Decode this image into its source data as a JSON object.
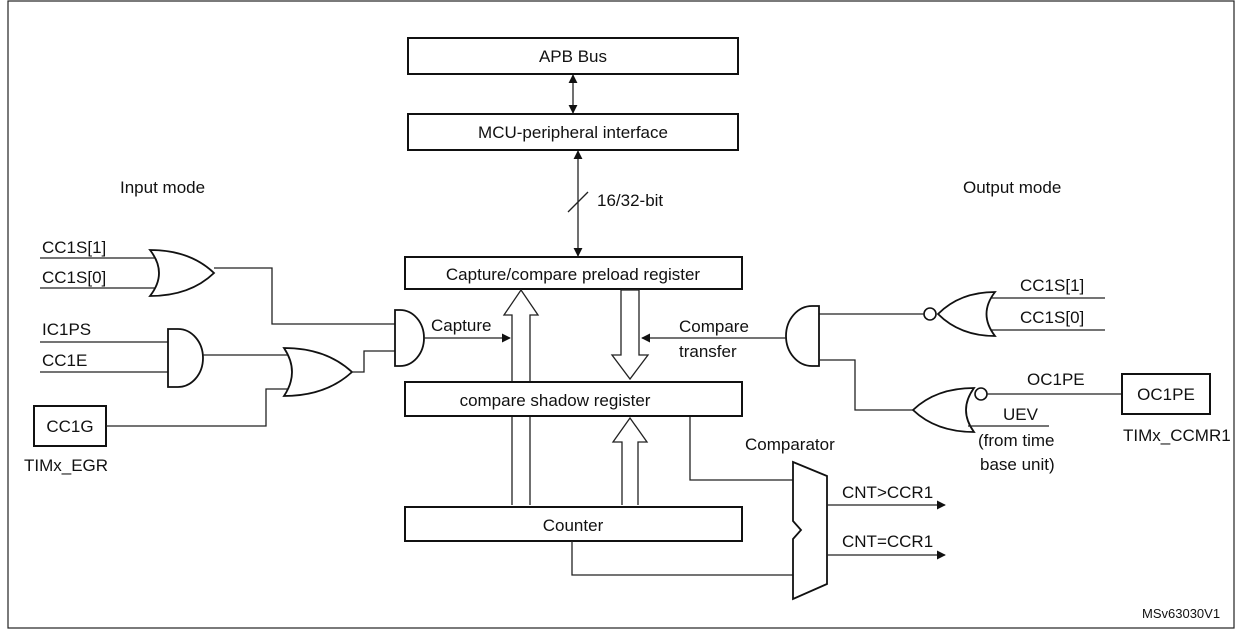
{
  "blocks": {
    "apb_bus": "APB Bus",
    "mcu_interface": "MCU-peripheral interface",
    "preload_register": "Capture/compare preload register",
    "shadow_register": "compare shadow register",
    "counter": "Counter",
    "cc1g": "CC1G",
    "oc1pe": "OC1PE"
  },
  "labels": {
    "input_mode": "Input mode",
    "output_mode": "Output mode",
    "bus_width": "16/32-bit",
    "cc1s1_in": "CC1S[1]",
    "cc1s0_in": "CC1S[0]",
    "ic1ps": "IC1PS",
    "cc1e": "CC1E",
    "capture": "Capture",
    "timx_egr": "TIMx_EGR",
    "compare_line1": "Compare",
    "compare_line2": "transfer",
    "cc1s1_out": "CC1S[1]",
    "cc1s0_out": "CC1S[0]",
    "oc1pe_signal": "OC1PE",
    "uev": "UEV",
    "uev_note_line1": "(from time",
    "uev_note_line2": "base unit)",
    "timx_ccmr1": "TIMx_CCMR1",
    "comparator": "Comparator",
    "cnt_gt": "CNT>CCR1",
    "cnt_eq": "CNT=CCR1",
    "ref": "MSv63030V1"
  }
}
